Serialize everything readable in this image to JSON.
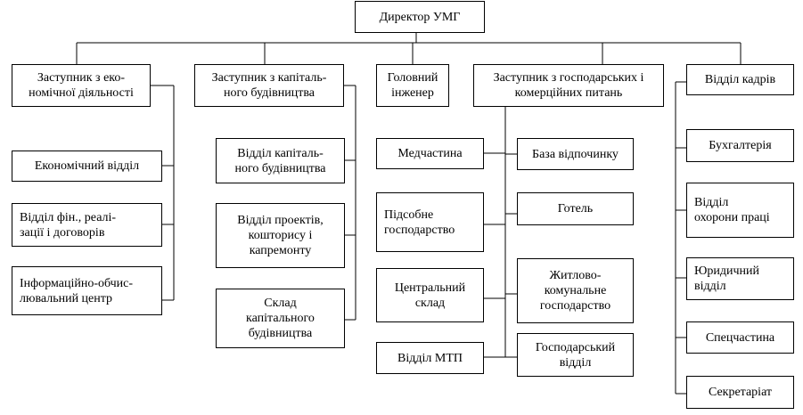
{
  "director": "Директор УМГ",
  "deputy_econ": "Заступник з еко-\nномічної діяльності",
  "deputy_capital": "Заступник з капіталь-\nного будівництва",
  "chief_engineer": "Головний\nінженер",
  "deputy_commerce": "Заступник з господарських і\nкомерційних питань",
  "hr": "Відділ кадрів",
  "econ_dept": "Економічний відділ",
  "finance_dept": "Відділ фін., реалі-\nзації і договорів",
  "it_center": "Інформаційно-обчис-\nлювальний центр",
  "capital_dept": "Відділ капіталь-\nного будівництва",
  "projects_dept": "Відділ проектів,\nкошторису і\nкапремонту",
  "capital_warehouse": "Склад\nкапітального\nбудівництва",
  "medical": "Медчастина",
  "auxiliary_farm": "Підсобне\nгосподарство",
  "central_warehouse": "Центральний\nсклад",
  "mtp_dept": "Відділ МТП",
  "rest_base": "База відпочинку",
  "hotel": "Готель",
  "housing": "Житлово-\nкомунальне\nгосподарство",
  "household_dept": "Господарський\nвідділ",
  "accounting": "Бухгалтерія",
  "labor_protection": "Відділ\nохорони праці",
  "legal": "Юридичний\nвідділ",
  "special_unit": "Спецчастина",
  "secretariat": "Секретаріат"
}
